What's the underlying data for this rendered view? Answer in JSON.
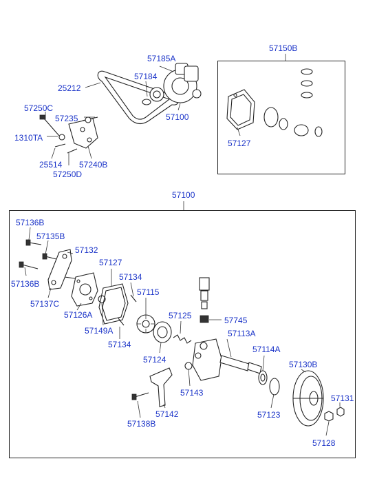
{
  "top_labels": {
    "belt": "25212",
    "pump_asm": "57185A",
    "pulley_nut": "57184",
    "pump_body": "57100",
    "bolt_c": "57250C",
    "bolt_235": "57235",
    "bolt_1310": "1310TA",
    "washer": "25514",
    "bracket_b": "57240B",
    "bolt_d": "57250D"
  },
  "kit_labels": {
    "kit": "57150B",
    "gasket": "57127"
  },
  "main_labels": {
    "assy": "57100",
    "bolt_136b_top": "57136B",
    "bolt_135b": "57135B",
    "bracket_132": "57132",
    "gasket_127": "57127",
    "bolt_136b_low": "57136B",
    "bracket_137c": "57137C",
    "pin_134_top": "57134",
    "rotor_115": "57115",
    "cover_126a": "57126A",
    "spring_125": "57125",
    "valve_745": "57745",
    "ring_149a": "57149A",
    "pin_134_low": "57134",
    "shaft_113a": "57113A",
    "cam_124": "57124",
    "seal_114a": "57114A",
    "pulley_130b": "57130B",
    "nut_131": "57131",
    "oring_143": "57143",
    "bracket_142": "57142",
    "ring_123": "57123",
    "bolt_138b": "57138B",
    "nut_128": "57128"
  }
}
